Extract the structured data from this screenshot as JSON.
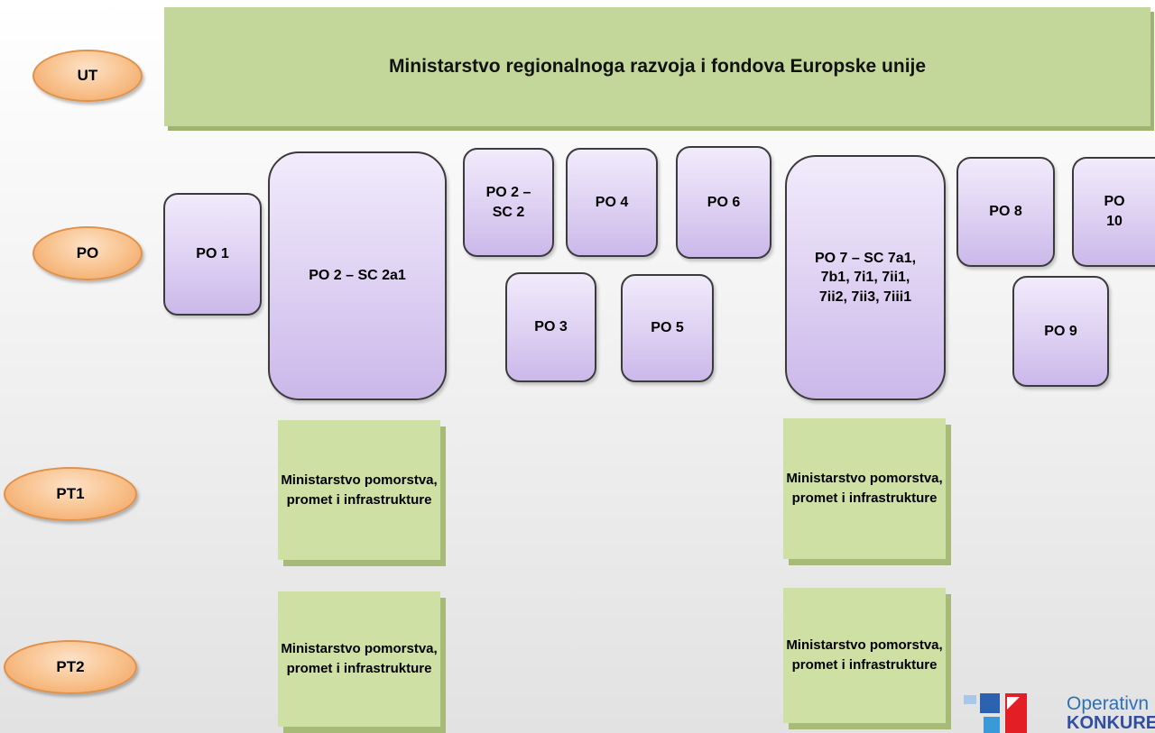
{
  "rows": {
    "ut": "UT",
    "po": "PO",
    "pt1": "PT1",
    "pt2": "PT2"
  },
  "ut_banner": "Ministarstvo regionalnoga razvoja i fondova Europske unije",
  "po_boxes": {
    "po1": "PO 1",
    "po2_sc2a1": "PO 2 – SC 2a1",
    "po2_sc2": "PO 2 – SC 2",
    "po3": "PO 3",
    "po4": "PO 4",
    "po5": "PO 5",
    "po6": "PO 6",
    "po7": "PO 7 – SC 7a1, 7b1, 7i1, 7ii1, 7ii2, 7ii3, 7iii1",
    "po8": "PO 8",
    "po9": "PO 9",
    "po10": "PO 10"
  },
  "pt1_boxes": [
    "Ministarstvo pomorstva, promet i infrastrukture",
    "Ministarstvo pomorstva, promet i infrastrukture"
  ],
  "pt2_boxes": [
    "Ministarstvo pomorstva, promet i infrastrukture",
    "Ministarstvo pomorstva, promet i infrastrukture"
  ],
  "logo": {
    "line1": "Operativn",
    "line2": "KONKURE"
  },
  "colors": {
    "oval": "#f8c08a",
    "banner": "#c4d79b",
    "po_box": "#ddd0f2",
    "pt_box": "#cfe0a4"
  }
}
